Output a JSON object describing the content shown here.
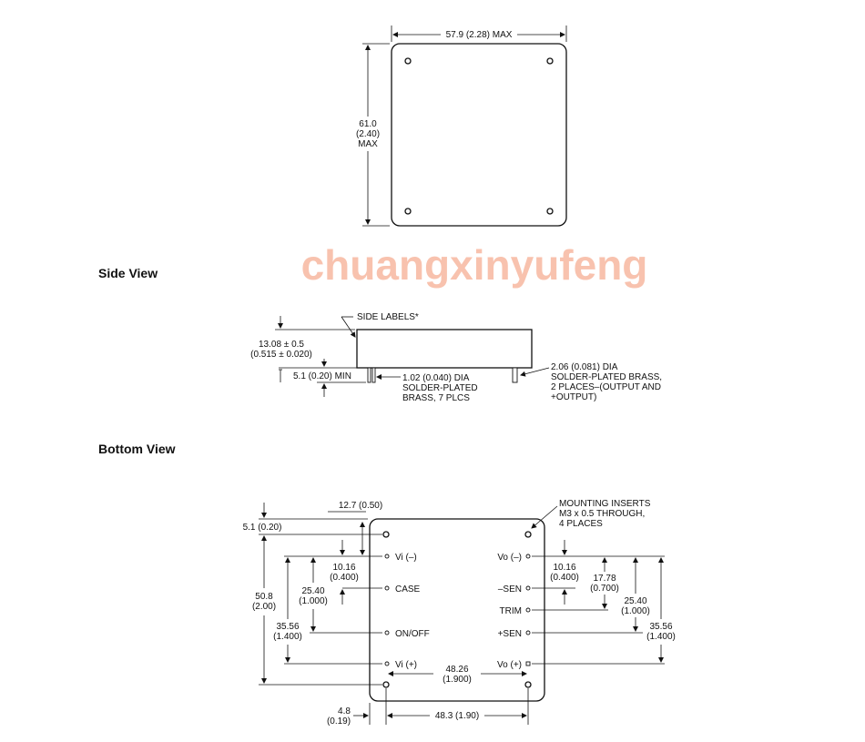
{
  "watermark": "chuangxinyufeng",
  "top_view": {
    "width_label": "57.9 (2.28) MAX",
    "height_label_1": "61.0",
    "height_label_2": "(2.40)",
    "height_label_3": "MAX"
  },
  "side_view": {
    "heading": "Side View",
    "side_labels": "SIDE LABELS*",
    "height_1": "13.08 ± 0.5",
    "height_2": "(0.515 ± 0.020)",
    "pin_min": "5.1 (0.20) MIN",
    "small_pin_1": "1.02 (0.040) DIA",
    "small_pin_2": "SOLDER-PLATED",
    "small_pin_3": "BRASS, 7 PLCS",
    "big_pin_1": "2.06 (0.081) DIA",
    "big_pin_2": "SOLDER-PLATED BRASS,",
    "big_pin_3": "2 PLACES–(OUTPUT AND",
    "big_pin_4": "+OUTPUT)"
  },
  "bottom_view": {
    "heading": "Bottom View",
    "inserts_1": "MOUNTING INSERTS",
    "inserts_2": "M3 x 0.5 THROUGH,",
    "inserts_3": "4 PLACES",
    "pins": {
      "vi_minus": "Vi (–)",
      "case": "CASE",
      "on_off": "ON/OFF",
      "vi_plus": "Vi (+)",
      "vo_minus": "Vo (–)",
      "sen_minus": "–SEN",
      "trim": "TRIM",
      "sen_plus": "+SEN",
      "vo_plus": "Vo (+)"
    },
    "dims": {
      "d_12_7": "12.7 (0.50)",
      "d_5_1": "5.1 (0.20)",
      "d_50_8_a": "50.8",
      "d_50_8_b": "(2.00)",
      "d_10_16_l_a": "10.16",
      "d_10_16_l_b": "(0.400)",
      "d_25_40_l_a": "25.40",
      "d_25_40_l_b": "(1.000)",
      "d_35_56_l_a": "35.56",
      "d_35_56_l_b": "(1.400)",
      "d_10_16_r_a": "10.16",
      "d_10_16_r_b": "(0.400)",
      "d_17_78_a": "17.78",
      "d_17_78_b": "(0.700)",
      "d_25_40_r_a": "25.40",
      "d_25_40_r_b": "(1.000)",
      "d_35_56_r_a": "35.56",
      "d_35_56_r_b": "(1.400)",
      "d_48_26_a": "48.26",
      "d_48_26_b": "(1.900)",
      "d_4_8_a": "4.8",
      "d_4_8_b": "(0.19)",
      "d_48_3": "48.3 (1.90)"
    }
  }
}
